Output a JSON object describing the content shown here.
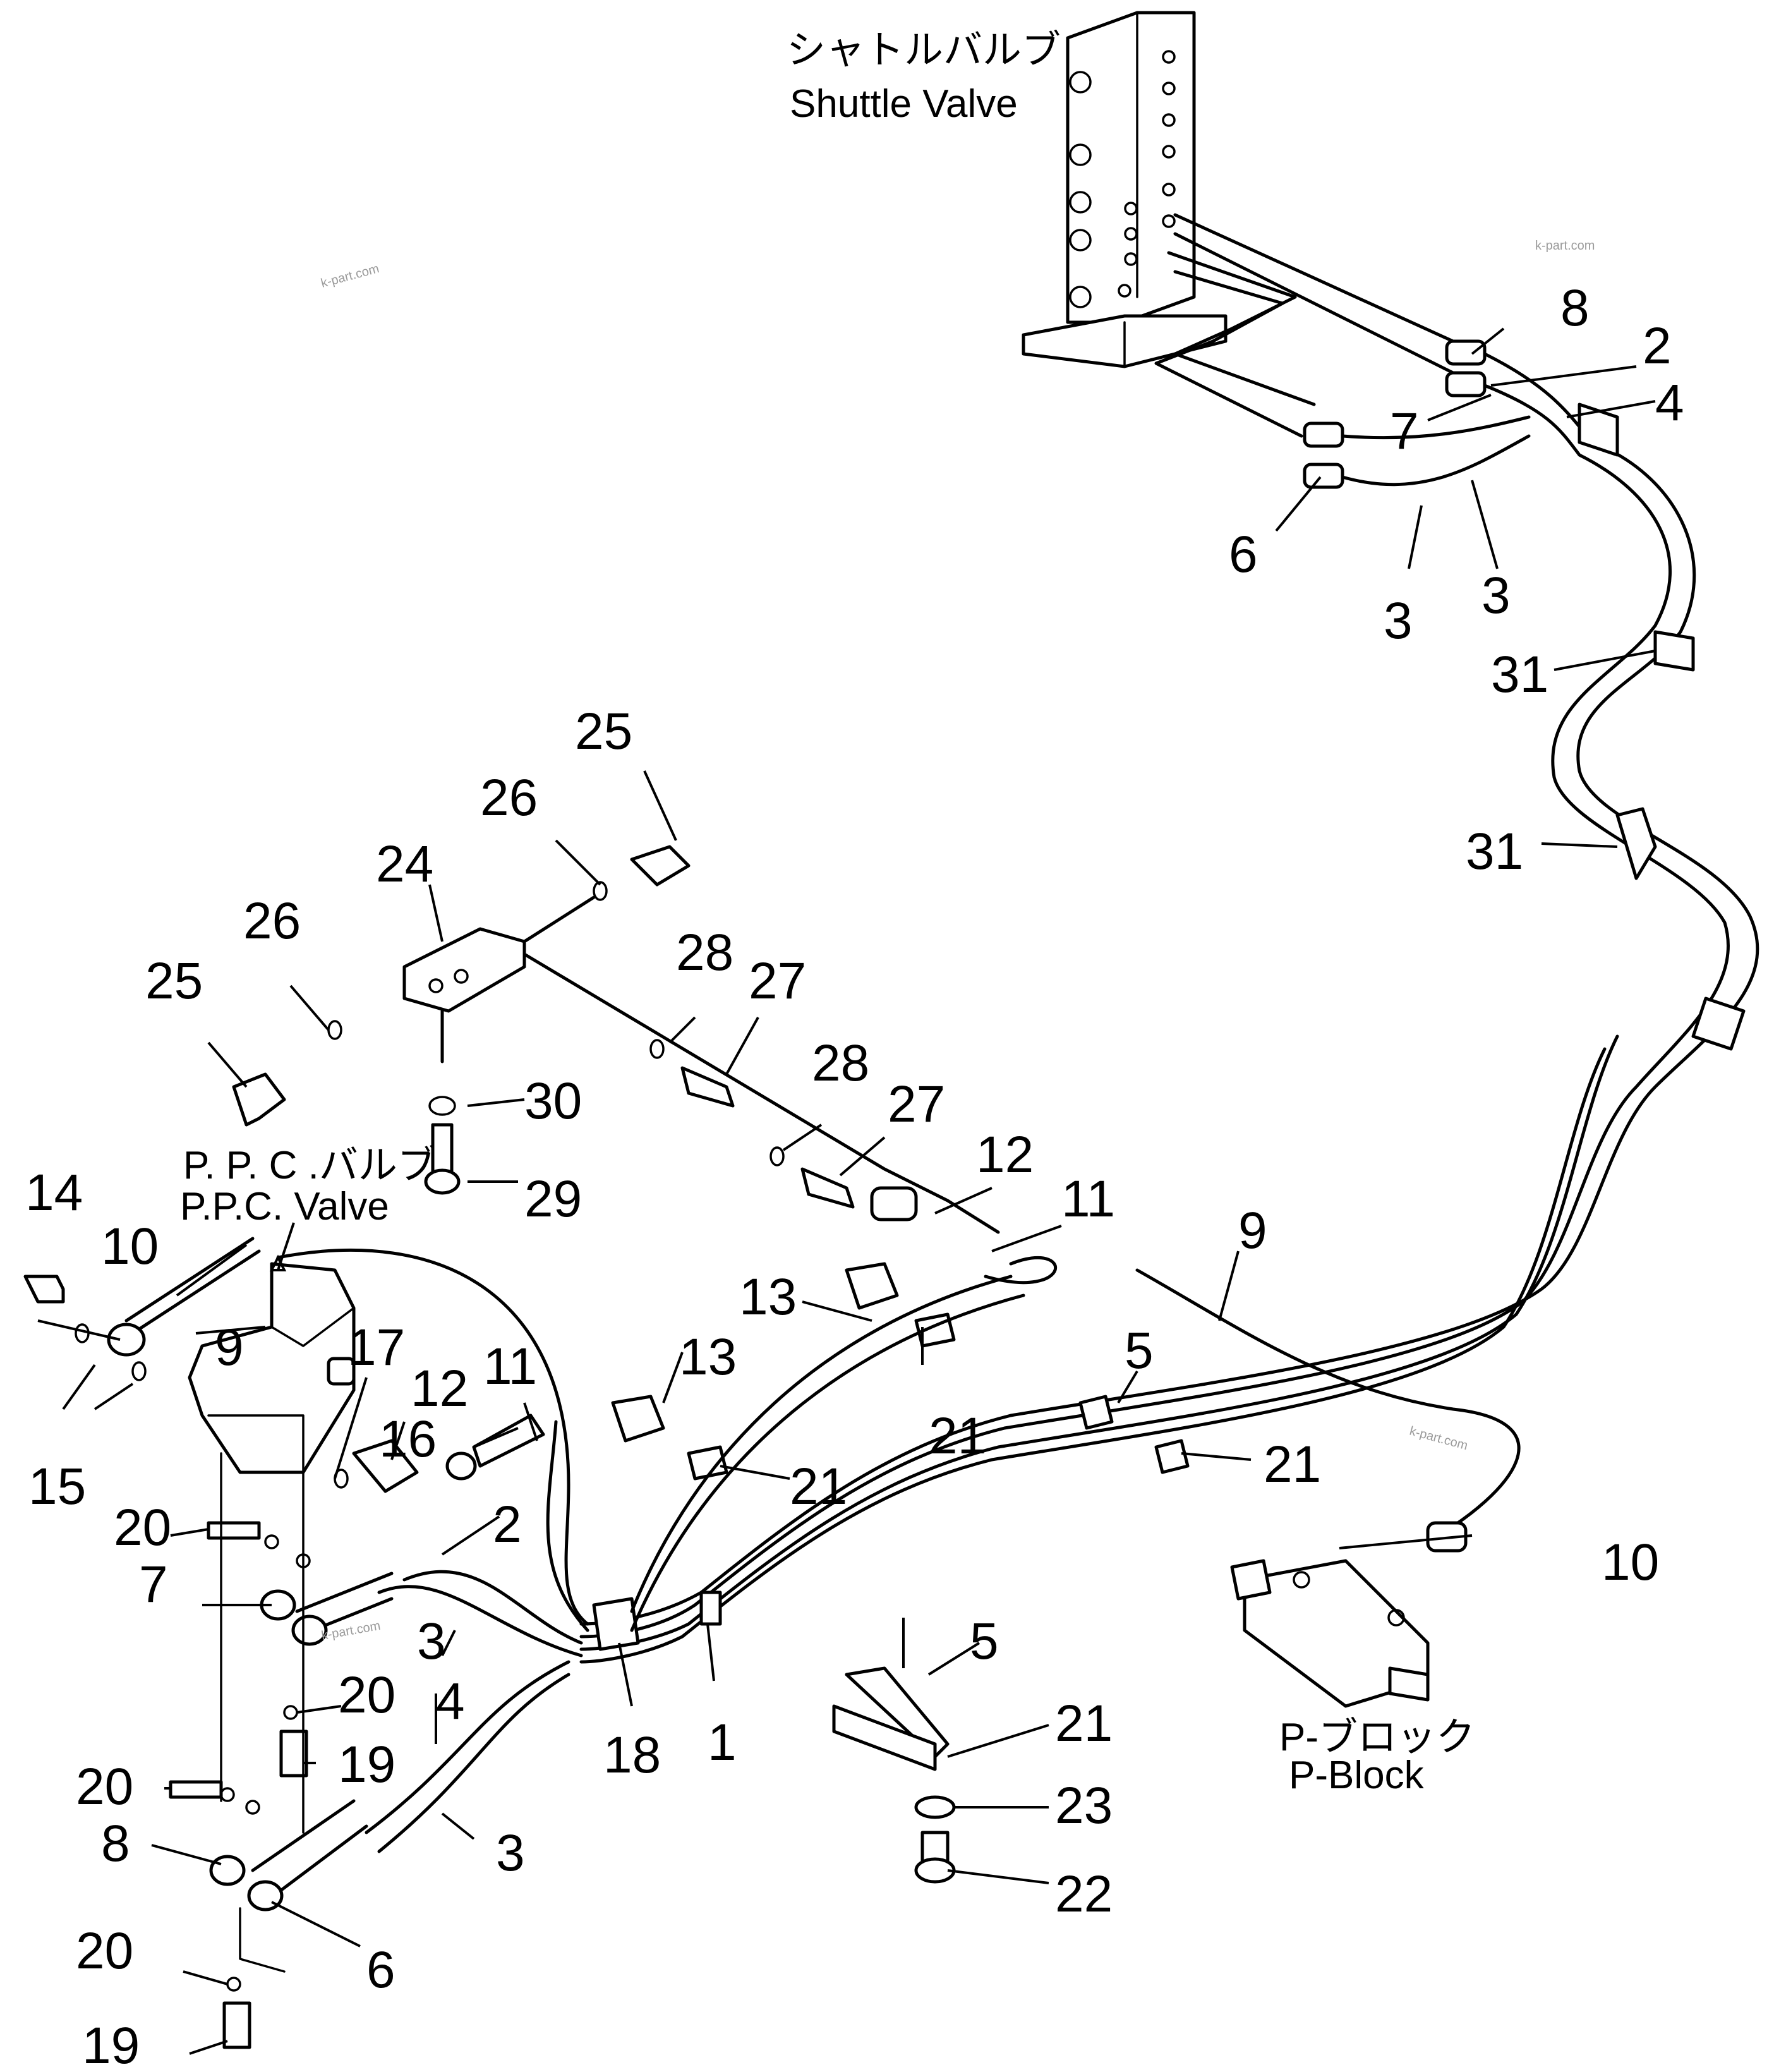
{
  "components": {
    "shuttle_valve": {
      "label_jp": "シャトルバルブ",
      "label_en": "Shuttle Valve"
    },
    "ppc_valve": {
      "label_jp": "P. P. C .バルブ",
      "label_en": "P.P.C. Valve"
    },
    "p_block": {
      "label_jp": "P-ブロック",
      "label_en": "P-Block"
    }
  },
  "callouts": {
    "c8a": "8",
    "c2a": "2",
    "c7a": "7",
    "c4a": "4",
    "c6a": "6",
    "c3a": "3",
    "c3b": "3",
    "c31a": "31",
    "c31b": "31",
    "c25a": "25",
    "c26a": "26",
    "c24": "24",
    "c26b": "26",
    "c25b": "25",
    "c28a": "28",
    "c27a": "27",
    "c28b": "28",
    "c27b": "27",
    "c30": "30",
    "c29": "29",
    "c12a": "12",
    "c11a": "11",
    "c9a": "9",
    "c14": "14",
    "c10a": "10",
    "c9b": "9",
    "c17": "17",
    "c12b": "12",
    "c11b": "11",
    "c13a": "13",
    "c13b": "13",
    "c21a": "21",
    "c21b": "21",
    "c5a": "5",
    "c21c": "21",
    "c15": "15",
    "c16": "16",
    "c20a": "20",
    "c2b": "2",
    "c7b": "7",
    "c3c": "3",
    "c20b": "20",
    "c4b": "4",
    "c19a": "19",
    "c20c": "20",
    "c8b": "8",
    "c3d": "3",
    "c6b": "6",
    "c20d": "20",
    "c19b": "19",
    "c18": "18",
    "c1": "1",
    "c5b": "5",
    "c21d": "21",
    "c23": "23",
    "c22": "22",
    "c10b": "10"
  },
  "watermark": {
    "text": "k-part.com"
  }
}
